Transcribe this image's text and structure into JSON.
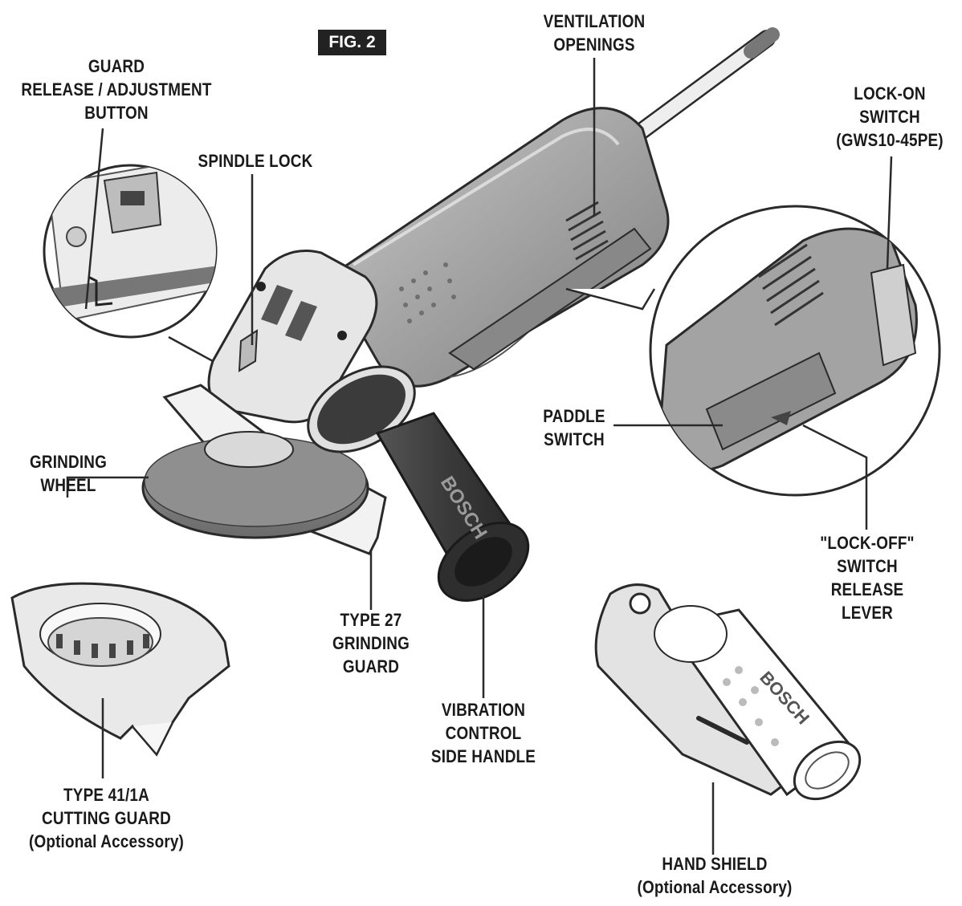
{
  "figure": {
    "tag": "FIG. 2"
  },
  "labels": {
    "guard_release": [
      "GUARD",
      "RELEASE / ADJUSTMENT",
      "BUTTON"
    ],
    "spindle_lock": [
      "SPINDLE LOCK"
    ],
    "ventilation": [
      "VENTILATION",
      "OPENINGS"
    ],
    "lock_on": [
      "LOCK-ON",
      "SWITCH",
      "(GWS10-45PE)"
    ],
    "paddle_switch": [
      "PADDLE",
      "SWITCH"
    ],
    "grinding_wheel": [
      "GRINDING",
      "WHEEL"
    ],
    "type27_guard": [
      "TYPE 27",
      "GRINDING",
      "GUARD"
    ],
    "lock_off": [
      "\"LOCK-OFF\"",
      "SWITCH",
      "RELEASE",
      "LEVER"
    ],
    "vibration_handle": [
      "VIBRATION",
      "CONTROL",
      "SIDE HANDLE"
    ],
    "type41_guard": [
      "TYPE 41/1A",
      "CUTTING GUARD",
      "(Optional Accessory)"
    ],
    "hand_shield": [
      "HAND SHIELD",
      "(Optional Accessory)"
    ]
  },
  "brand_marks": {
    "side_handle": "BOSCH",
    "hand_shield_grip": "BOSCH"
  },
  "colors": {
    "outline": "#2a2a2a",
    "body_dark": "#8e8e8e",
    "body_mid": "#b9b9b9",
    "body_light": "#e4e4e4",
    "handle": "#3a3a3a"
  }
}
